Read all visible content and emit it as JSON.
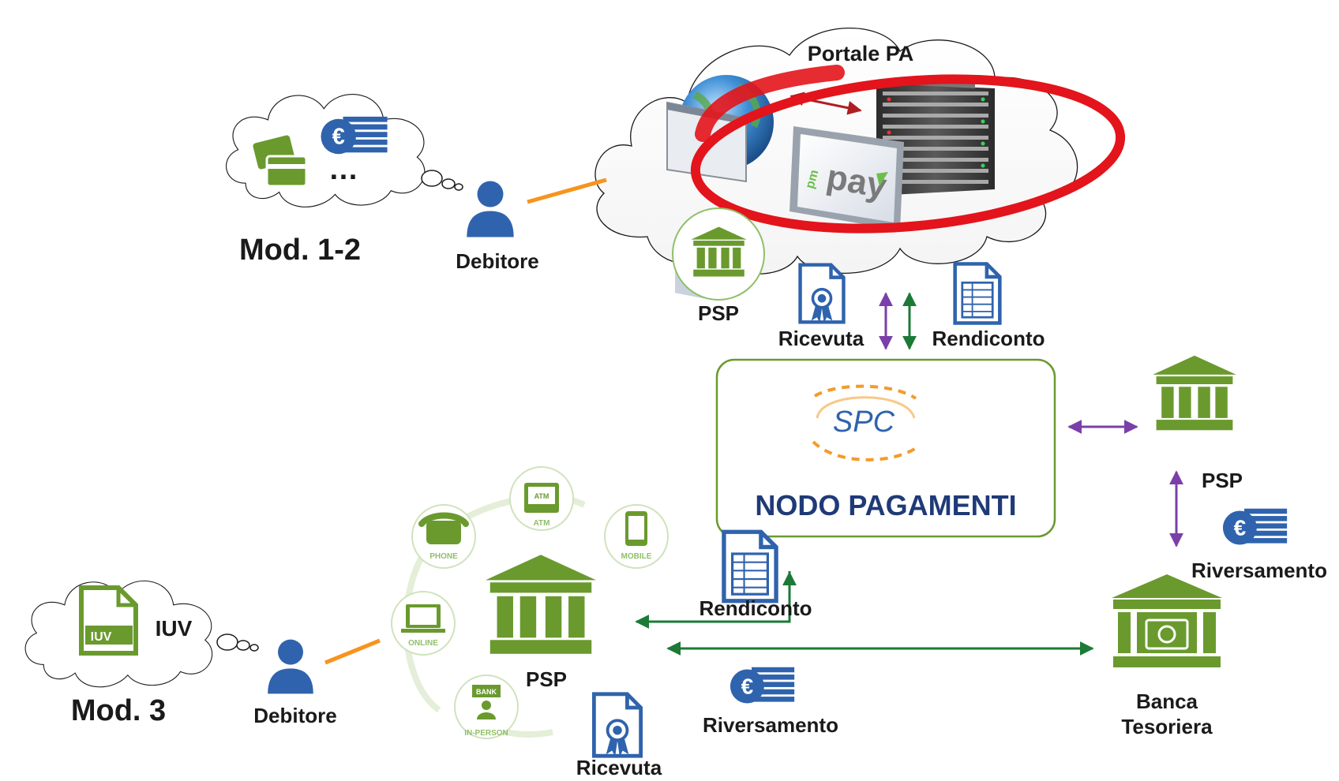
{
  "top": {
    "portale_title": "Portale PA",
    "mod_label": "Mod. 1-2",
    "debitore_label": "Debitore",
    "psp_label": "PSP",
    "ellipsis": "…",
    "pmpay_logo_text": "pmpay"
  },
  "flows_top": {
    "ricevuta_label": "Ricevuta",
    "rendiconto_label": "Rendiconto"
  },
  "nodo": {
    "logo_text": "SPC",
    "title": "NODO PAGAMENTI"
  },
  "right": {
    "psp_label": "PSP",
    "riversamento_label": "Riversamento",
    "banca_label_line1": "Banca",
    "banca_label_line2": "Tesoriera"
  },
  "bottom": {
    "mod_label": "Mod. 3",
    "debitore_label": "Debitore",
    "iuv_label": "IUV",
    "iuv_file_text": "IUV",
    "psp_label": "PSP",
    "rendiconto_label": "Rendiconto",
    "riversamento_label": "Riversamento",
    "ricevuta_label": "Ricevuta",
    "channels": [
      "PHONE",
      "ATM",
      "MOBILE",
      "ONLINE",
      "IN-PERSON"
    ],
    "atm_screen_text": "ATM",
    "bank_sign_text": "BANK"
  },
  "colors": {
    "green": "#6a9a2e",
    "green_dark": "#4f7a1f",
    "green_arrow": "#1b7a36",
    "purple": "#7a3fa8",
    "orange": "#f7941d",
    "blue_icon": "#2f63ad",
    "red_ring": "#e3141b",
    "nodo_text": "#1f3a78"
  }
}
